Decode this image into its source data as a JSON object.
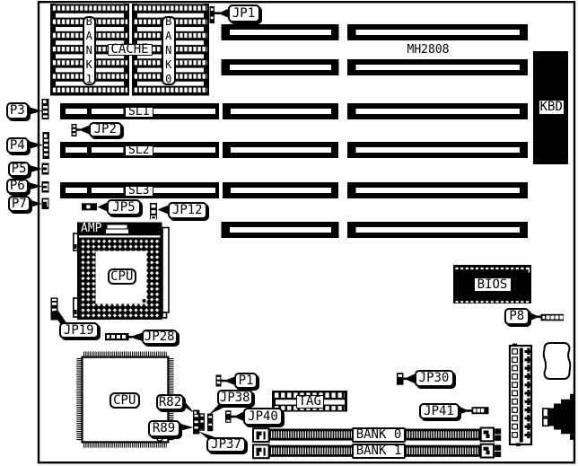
{
  "board": {
    "model": "MH2808"
  },
  "connectors": {
    "jp1": "JP1",
    "jp2": "JP2",
    "jp5": "JP5",
    "jp12": "JP12",
    "jp19": "JP19",
    "jp28": "JP28",
    "jp30": "JP30",
    "jp37": "JP37",
    "jp38": "JP38",
    "jp40": "JP40",
    "jp41": "JP41",
    "p1": "P1",
    "p3": "P3",
    "p4": "P4",
    "p5": "P5",
    "p6": "P6",
    "p7": "P7",
    "p8": "P8"
  },
  "resistors": {
    "r82": "R82",
    "r89": "R89"
  },
  "slots": {
    "sl1": "SL1",
    "sl2": "SL2",
    "sl3": "SL3"
  },
  "memory": {
    "cache": "CACHE",
    "cache_bank1": "BANK1",
    "cache_bank0": "BANK0",
    "tag": "TAG",
    "simm_bank0": "BANK 0",
    "simm_bank1": "BANK 1"
  },
  "chips": {
    "cpu_socket": "CPU",
    "cpu_qfp": "CPU",
    "bios": "BIOS",
    "amp": "AMP"
  },
  "ports": {
    "kbd": "KBD"
  },
  "colors": {
    "ink": "#000000",
    "paper": "#ffffff"
  }
}
